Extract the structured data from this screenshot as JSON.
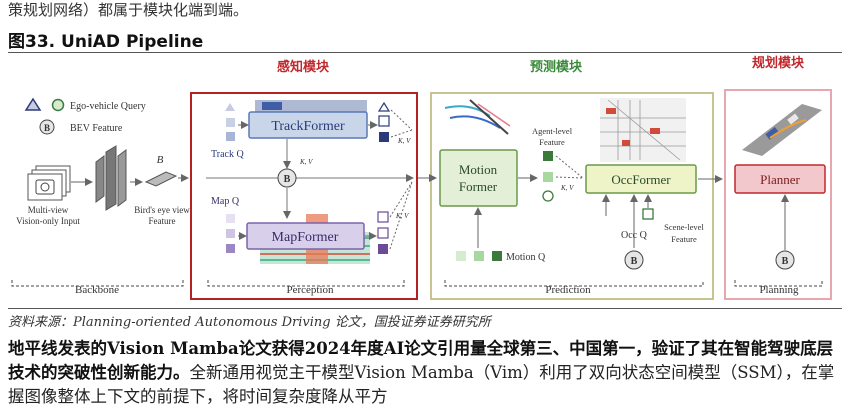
{
  "top_text": "策规划网络）都属于模块化端到端。",
  "figure": {
    "title": "图33. UniAD Pipeline",
    "sections": {
      "perception_cn": "感知模块",
      "prediction_cn": "预测模块",
      "planning_cn": "规划模块"
    },
    "legend": {
      "ego_query": "Ego-vehicle Query",
      "bev_feature": "BEV Feature",
      "b_symbol": "B"
    },
    "backbone": {
      "input_label_1": "Multi-view",
      "input_label_2": "Vision-only Input",
      "bev_label_1": "Bird's eye view",
      "bev_label_2": "Feature",
      "footer": "Backbone"
    },
    "perception": {
      "trackformer": "TrackFormer",
      "mapformer": "MapFormer",
      "track_q": "Track Q",
      "map_q": "Map Q",
      "kv": "K, V",
      "footer": "Perception"
    },
    "prediction": {
      "motion_former_1": "Motion",
      "motion_former_2": "Former",
      "occformer": "OccFormer",
      "agent_feature_1": "Agent-level",
      "agent_feature_2": "Feature",
      "scene_feature_1": "Scene-level",
      "scene_feature_2": "Feature",
      "motion_q": "Motion Q",
      "occ_q": "Occ Q",
      "footer": "Prediction"
    },
    "planning": {
      "planner": "Planner",
      "footer": "Planning"
    }
  },
  "source": "资料来源：Planning-oriented Autonomous Driving 论文，国投证券证券研究所",
  "paragraph": {
    "bold": "地平线发表的Vision Mamba论文获得2024年度AI论文引用量全球第三、中国第一，验证了其在智能驾驶底层技术的突破性创新能力。",
    "normal": "全新通用视觉主干模型Vision Mamba（Vim）利用了双向状态空间模型（SSM），在掌握图像整体上下文的前提下，将时间复杂度降从平方"
  },
  "colors": {
    "perception": "#b22222",
    "prediction": "#b8b47a",
    "planning": "#e8a0a8",
    "section_cn_red": "#c0282d",
    "section_cn_green": "#3a8a3a",
    "navy": "#2b3a7a",
    "green": "#3c7a3c",
    "purple": "#6b4a9a"
  }
}
